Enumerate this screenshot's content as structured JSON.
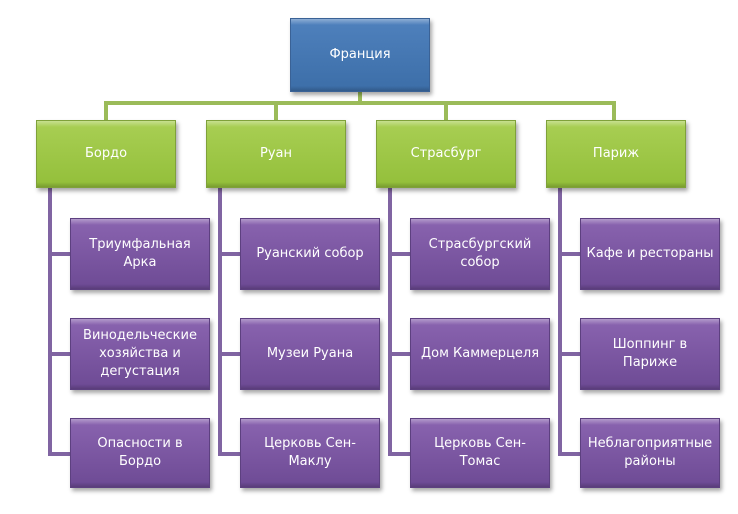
{
  "root": {
    "label": "Франция",
    "color": "#4f81bd"
  },
  "colors": {
    "level1": "#9bbb59",
    "level2": "#8064a2",
    "connector_top": "#9bbb59",
    "connector_child": "#8064a2"
  },
  "cities": [
    {
      "label": "Бордо",
      "children": [
        "Триумфальная\nАрка",
        "Винодельческие\nхозяйства и\nдегустация",
        "Опасности в Бордо"
      ]
    },
    {
      "label": "Руан",
      "children": [
        "Руанский собор",
        "Музеи Руана",
        "Церковь Сен-\nМаклу"
      ]
    },
    {
      "label": "Страсбург",
      "children": [
        "Страсбургский\nсобор",
        "Дом Каммерцеля",
        "Церковь Сен-\nТомас"
      ]
    },
    {
      "label": "Париж",
      "children": [
        "Кафе и рестораны",
        "Шоппинг в Париже",
        "Неблагоприятные\nрайоны"
      ]
    }
  ]
}
